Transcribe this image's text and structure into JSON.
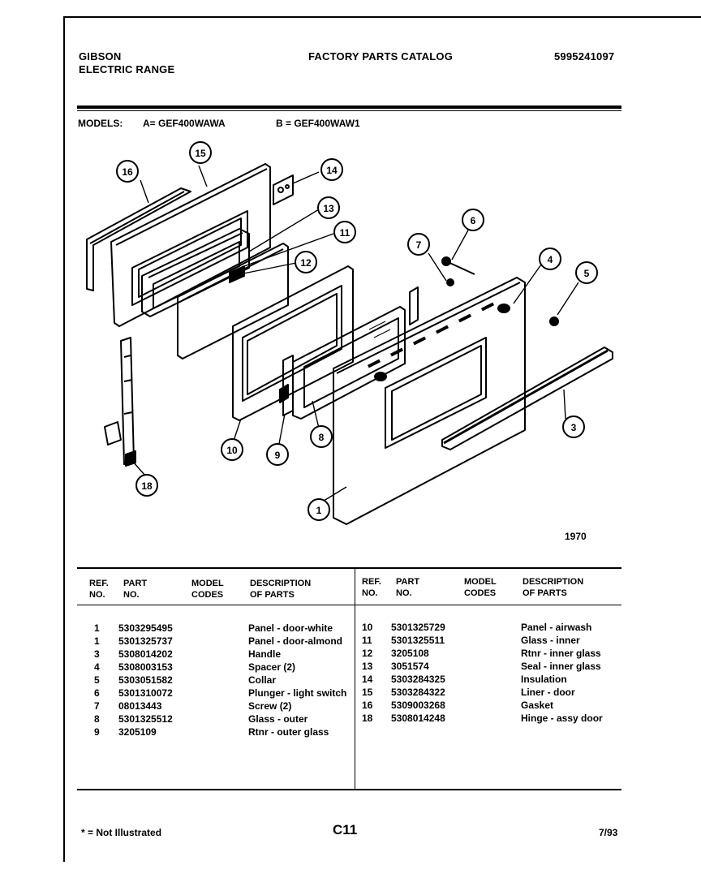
{
  "header": {
    "brand": "GIBSON",
    "product": "ELECTRIC RANGE",
    "catalog_title": "FACTORY PARTS CATALOG",
    "catalog_number": "5995241097"
  },
  "models": {
    "label": "MODELS:",
    "a": "A= GEF400WAWA",
    "b": "B = GEF400WAW1"
  },
  "diagram": {
    "figure_number": "1970",
    "callouts": [
      "16",
      "15",
      "14",
      "13",
      "11",
      "12",
      "7",
      "6",
      "4",
      "5",
      "3",
      "1",
      "8",
      "9",
      "10",
      "18"
    ]
  },
  "table": {
    "headers": {
      "ref_no": "REF. NO.",
      "part_no": "PART NO.",
      "model_codes": "MODEL CODES",
      "description": "DESCRIPTION OF PARTS"
    },
    "left_rows": [
      {
        "ref": "1",
        "part": "5303295495",
        "desc": "Panel - door-white"
      },
      {
        "ref": "1",
        "part": "5301325737",
        "desc": "Panel - door-almond"
      },
      {
        "ref": "3",
        "part": "5308014202",
        "desc": "Handle"
      },
      {
        "ref": "4",
        "part": "5308003153",
        "desc": "Spacer (2)"
      },
      {
        "ref": "5",
        "part": "5303051582",
        "desc": "Collar"
      },
      {
        "ref": "6",
        "part": "5301310072",
        "desc": "Plunger - light switch"
      },
      {
        "ref": "7",
        "part": "08013443",
        "desc": "Screw  (2)"
      },
      {
        "ref": "8",
        "part": "5301325512",
        "desc": "Glass - outer"
      },
      {
        "ref": "9",
        "part": "3205109",
        "desc": "Rtnr - outer glass"
      }
    ],
    "right_rows": [
      {
        "ref": "10",
        "part": "5301325729",
        "desc": "Panel - airwash"
      },
      {
        "ref": "11",
        "part": "5301325511",
        "desc": "Glass - inner"
      },
      {
        "ref": "12",
        "part": "3205108",
        "desc": "Rtnr - inner glass"
      },
      {
        "ref": "13",
        "part": "3051574",
        "desc": "Seal - inner glass"
      },
      {
        "ref": "14",
        "part": "5303284325",
        "desc": "Insulation"
      },
      {
        "ref": "15",
        "part": "5303284322",
        "desc": "Liner - door"
      },
      {
        "ref": "16",
        "part": "5309003268",
        "desc": "Gasket"
      },
      {
        "ref": "18",
        "part": "5308014248",
        "desc": "Hinge - assy door"
      }
    ]
  },
  "footer": {
    "note": "* = Not Illustrated",
    "page": "C11",
    "date": "7/93"
  }
}
